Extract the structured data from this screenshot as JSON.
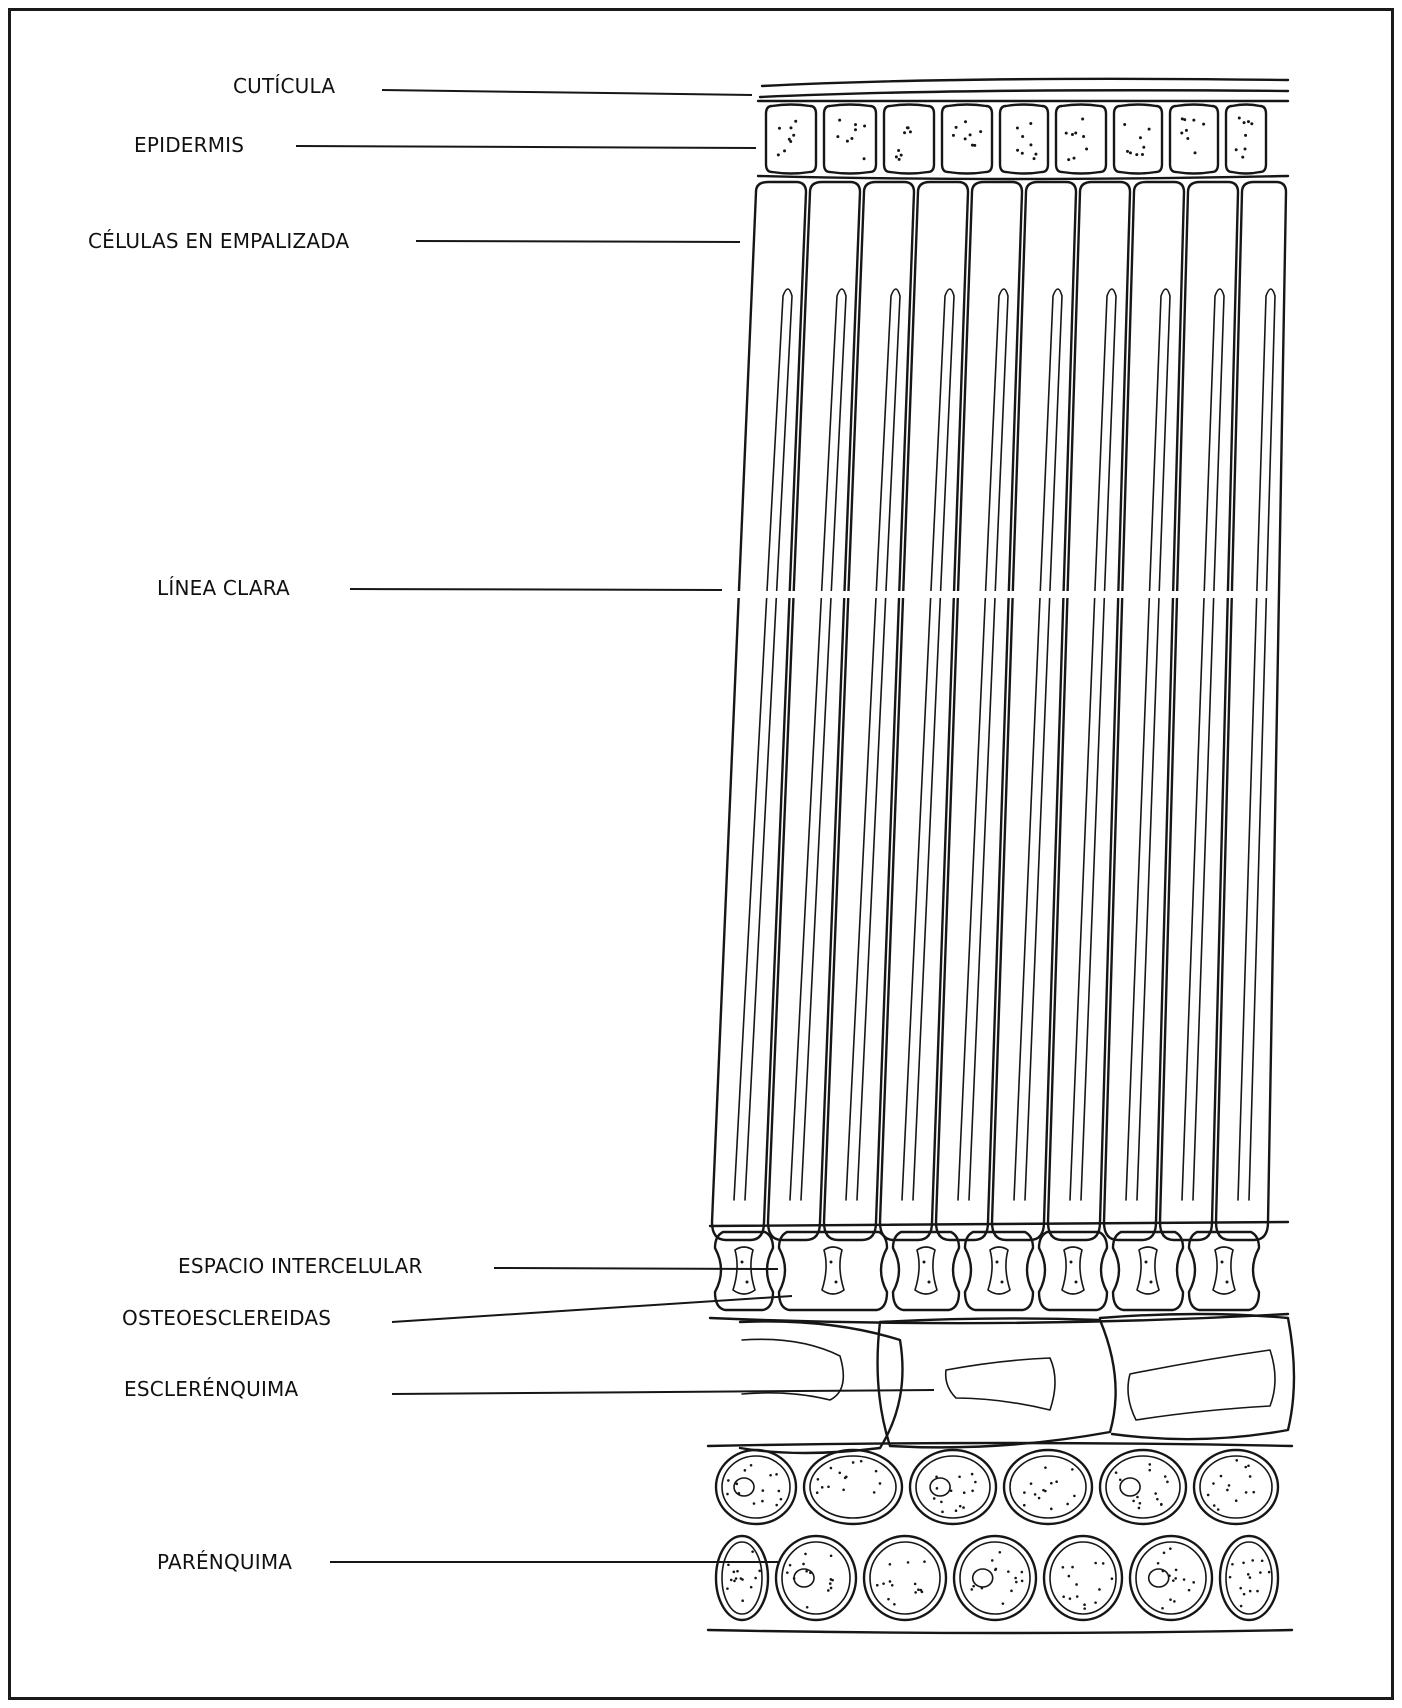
{
  "labels": {
    "cuticula": "CUTÍCULA",
    "epidermis": "EPIDERMIS",
    "empalizada": "CÉLULAS EN EMPALIZADA",
    "linea_clara": "LÍNEA CLARA",
    "espacio_intercelular": "ESPACIO INTERCELULAR",
    "osteoesclereidas": "OSTEOESCLEREIDAS",
    "esclerenquima": "ESCLERÉNQUIMA",
    "parenquima": "PARÉNQUIMA"
  }
}
